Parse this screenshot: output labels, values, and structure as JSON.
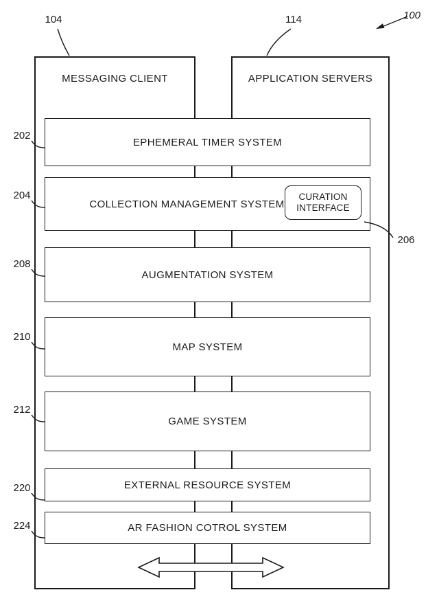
{
  "figure": {
    "ref": "100",
    "left_column": {
      "label": "MESSAGING CLIENT",
      "ref": "104"
    },
    "right_column": {
      "label": "APPLICATION SERVERS",
      "ref": "114"
    },
    "systems": [
      {
        "label": "EPHEMERAL TIMER SYSTEM",
        "ref": "202"
      },
      {
        "label": "COLLECTION MANAGEMENT SYSTEM",
        "ref": "204"
      },
      {
        "label": "AUGMENTATION SYSTEM",
        "ref": "208"
      },
      {
        "label": "MAP SYSTEM",
        "ref": "210"
      },
      {
        "label": "GAME SYSTEM",
        "ref": "212"
      },
      {
        "label": "EXTERNAL RESOURCE SYSTEM",
        "ref": "220"
      },
      {
        "label": "AR FASHION COTROL SYSTEM",
        "ref": "224"
      }
    ],
    "curation": {
      "label": "CURATION INTERFACE",
      "ref": "206"
    },
    "colors": {
      "line": "#1a1a1a",
      "background": "#ffffff"
    }
  }
}
